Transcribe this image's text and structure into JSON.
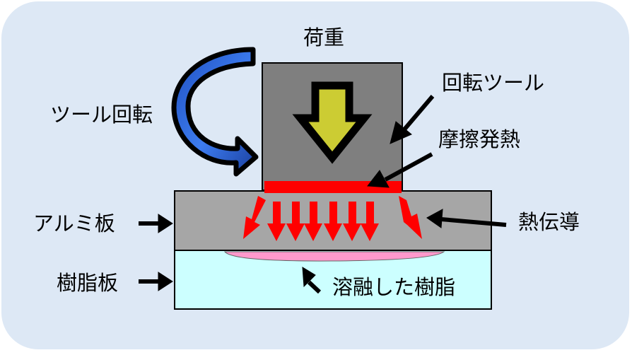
{
  "labels": {
    "load": "荷重",
    "tool_rotation": "ツール回転",
    "rotating_tool": "回転ツール",
    "friction_heat": "摩擦発熱",
    "aluminum_plate": "アルミ板",
    "heat_conduction": "熱伝導",
    "resin_plate": "樹脂板",
    "molten_resin": "溶融した樹脂"
  },
  "colors": {
    "background_panel": "#dde8f5",
    "tool": "#7f7f7f",
    "aluminum": "#a6a6a6",
    "resin": "#ccffff",
    "molten_resin": "#ff99cc",
    "heat": "#ff0000",
    "load_arrow": "#cccc33",
    "rotation_arrow": "#3366dd",
    "outline": "#000000"
  }
}
